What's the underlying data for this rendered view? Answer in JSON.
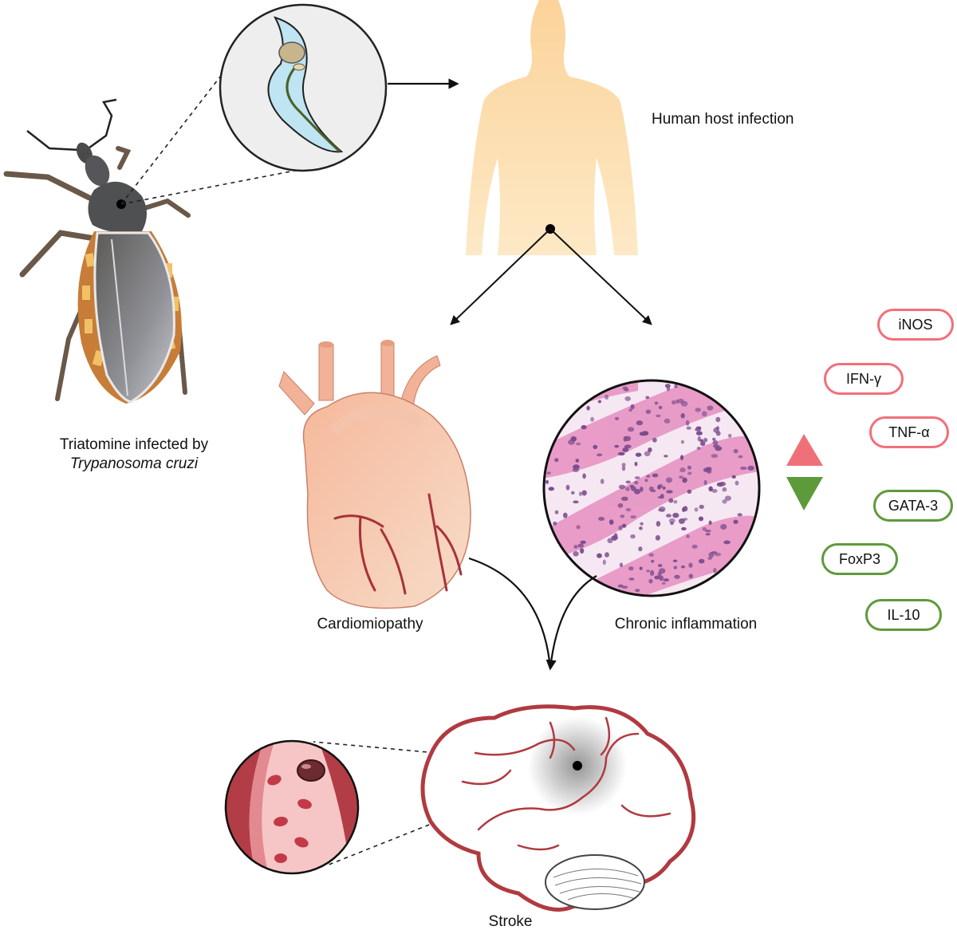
{
  "labels": {
    "vector_line1": "Triatomine infected by",
    "vector_line2": "Trypanosoma cruzi",
    "host": "Human host infection",
    "cardio": "Cardiomiopathy",
    "inflammation": "Chronic inflammation",
    "stroke": "Stroke"
  },
  "markers": {
    "upregulated": [
      "iNOS",
      "IFN-γ",
      "TNF-α"
    ],
    "downregulated": [
      "GATA-3",
      "FoxP3",
      "IL-10"
    ]
  },
  "colors": {
    "up": "#f0707a",
    "down": "#5e9a3a",
    "skin": "#fcd9a6",
    "heart": "#f3a98a",
    "vessel": "#b0353e",
    "tissue": "#e7a2c8",
    "nuclei": "#7a4b8c"
  }
}
